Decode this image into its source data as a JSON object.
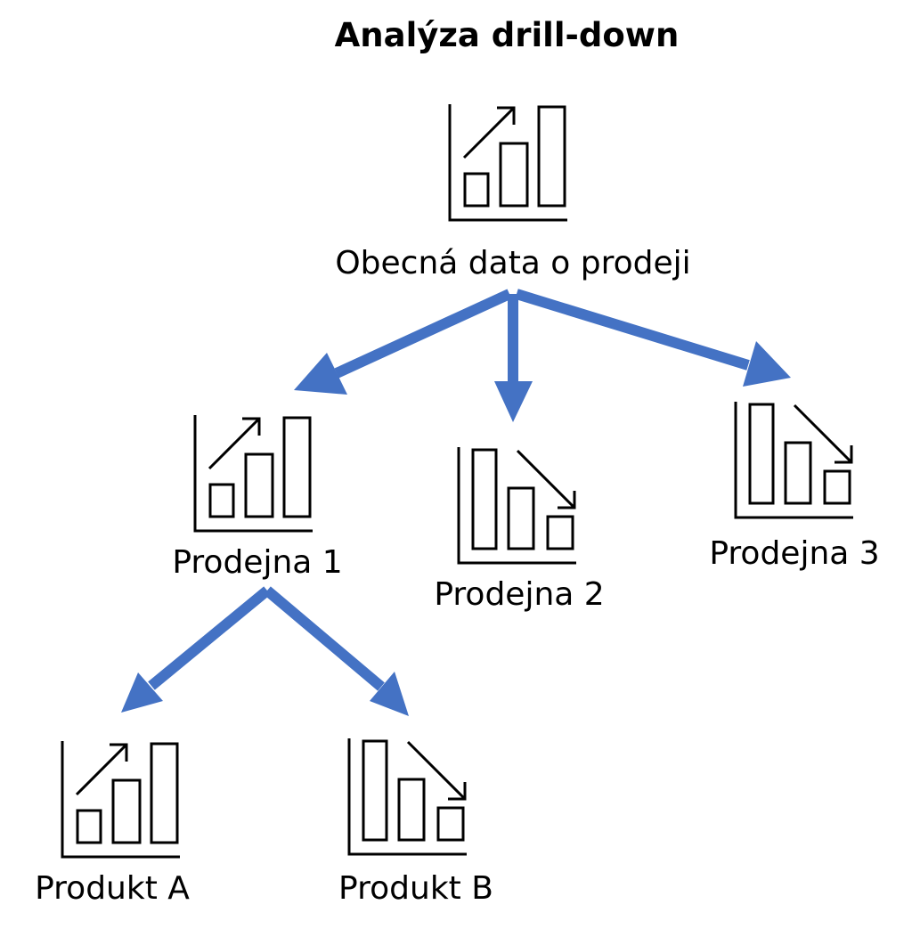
{
  "title": "Analýza drill-down",
  "colors": {
    "arrow": "#4472C4",
    "icon_stroke": "#000000",
    "background": "#FFFFFF"
  },
  "nodes": {
    "root": {
      "label": "Obecná data o prodeji",
      "icon": "chart-trend-up-icon"
    },
    "store1": {
      "label": "Prodejna 1",
      "icon": "chart-trend-up-icon"
    },
    "store2": {
      "label": "Prodejna 2",
      "icon": "chart-trend-down-icon"
    },
    "store3": {
      "label": "Prodejna 3",
      "icon": "chart-trend-down-icon"
    },
    "productA": {
      "label": "Produkt A",
      "icon": "chart-trend-up-icon"
    },
    "productB": {
      "label": "Produkt B",
      "icon": "chart-trend-down-icon"
    }
  },
  "edges": [
    {
      "from": "root",
      "to": "store1"
    },
    {
      "from": "root",
      "to": "store2"
    },
    {
      "from": "root",
      "to": "store3"
    },
    {
      "from": "store1",
      "to": "productA"
    },
    {
      "from": "store1",
      "to": "productB"
    }
  ]
}
